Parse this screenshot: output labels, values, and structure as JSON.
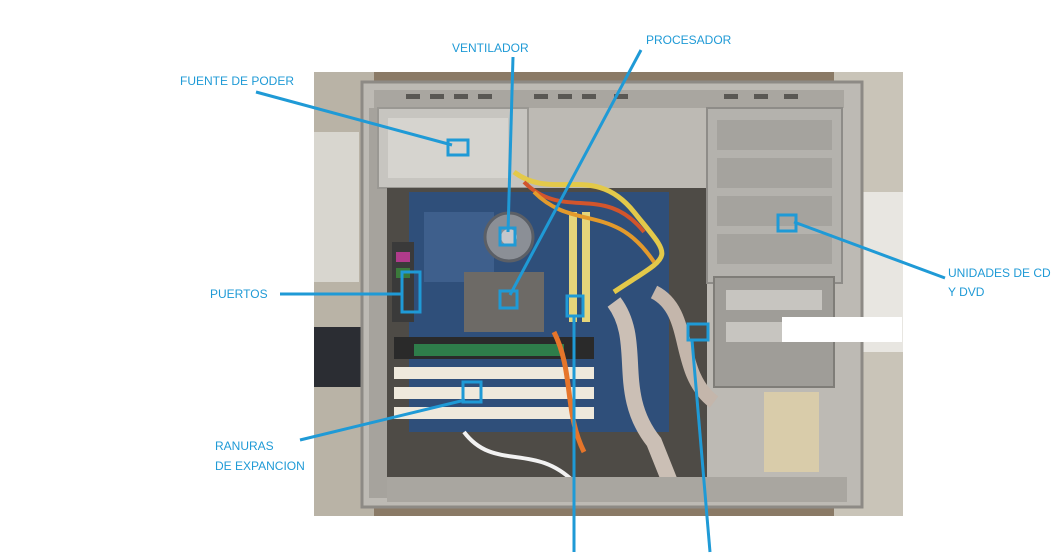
{
  "labels": {
    "fuente": "FUENTE DE PODER",
    "ventilador": "VENTILADOR",
    "procesador": "PROCESADOR",
    "unidades_l1": "UNIDADES DE CD",
    "unidades_l2": "Y DVD",
    "puertos": "PUERTOS",
    "ranuras_l1": "RANURAS",
    "ranuras_l2": "DE EXPANCION"
  },
  "colors": {
    "annotation": "#1f9ad6"
  }
}
